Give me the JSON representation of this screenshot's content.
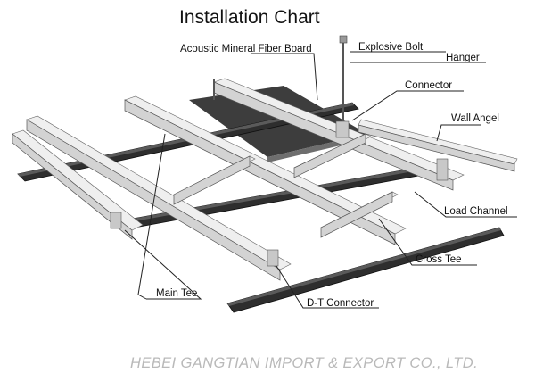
{
  "title": "Installation Chart",
  "labels": {
    "acoustic_board": "Acoustic Mineral Fiber Board",
    "explosive_bolt": "Explosive Bolt",
    "hanger": "Hanger",
    "connector": "Connector",
    "wall_angel": "Wall Angel",
    "load_channel": "Load Channel",
    "cross_tee": "Cross Tee",
    "main_tee": "Main Tee",
    "dt_connector": "D-T Connector"
  },
  "company": "HEBEI GANGTIAN IMPORT & EXPORT CO., LTD.",
  "colors": {
    "channel": "#2e2e2e",
    "tee": "#d3d3d3",
    "board": "#3d3d3d",
    "watermark": "#b9b9b9"
  }
}
